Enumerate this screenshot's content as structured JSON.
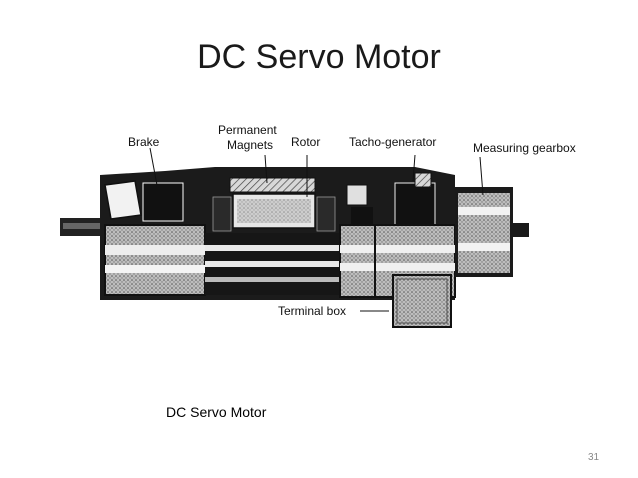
{
  "slide": {
    "title": "DC Servo Motor",
    "caption": "DC Servo Motor",
    "page_number": "31"
  },
  "diagram": {
    "labels": {
      "brake": "Brake",
      "permanent": "Permanent",
      "magnets": "Magnets",
      "rotor": "Rotor",
      "tacho": "Tacho-generator",
      "gearbox": "Measuring gearbox",
      "terminal": "Terminal box"
    }
  }
}
